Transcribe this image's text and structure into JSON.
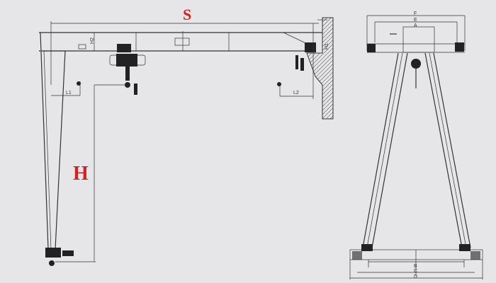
{
  "labels": {
    "span": "S",
    "height": "H",
    "l1": "L1",
    "l2": "L2",
    "h1": "H1",
    "h2": "H2",
    "f": "F",
    "e": "E",
    "a": "A",
    "b": "B",
    "c": "C",
    "d": "D"
  },
  "colors": {
    "label_red": "#d42020",
    "line": "#333333",
    "background": "#e6e6e8"
  }
}
